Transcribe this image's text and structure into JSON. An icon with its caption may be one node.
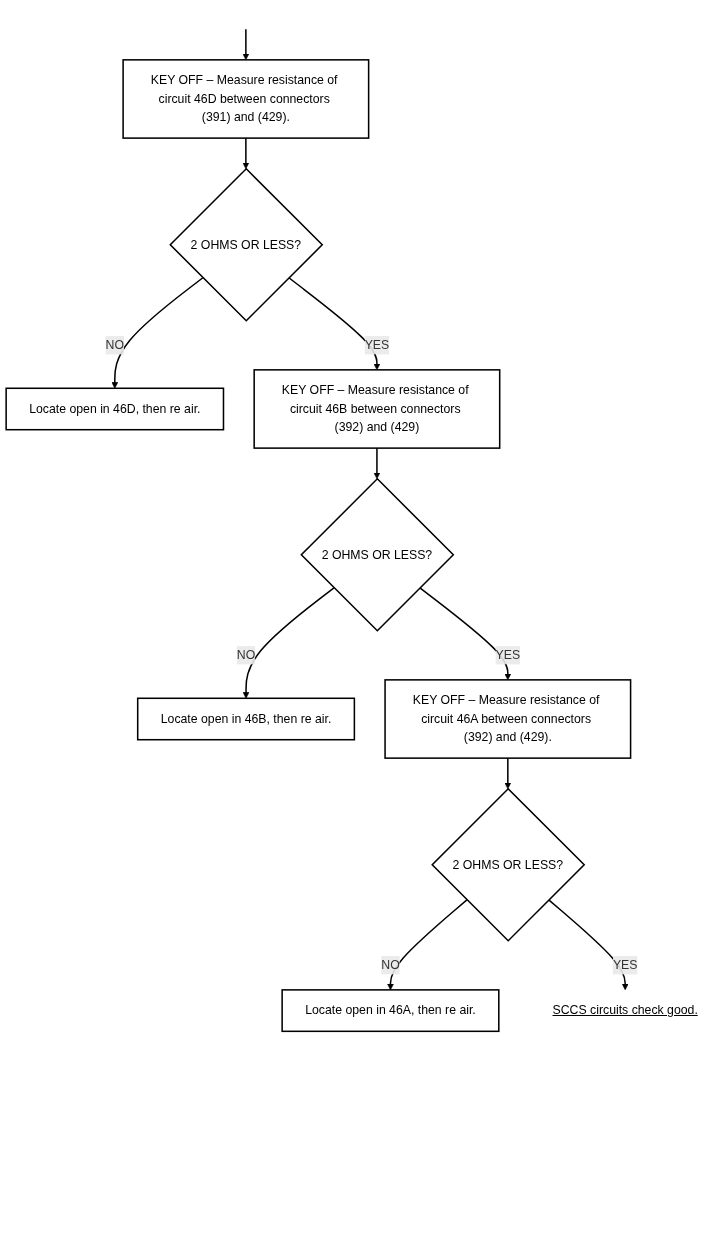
{
  "diagram": {
    "nodes": [
      {
        "text": [
          "KEY OFF – Measure resistance of circuit 46D between connectors (391) and (429)."
        ]
      },
      {
        "text": [
          "2 OHMS OR LESS?"
        ]
      },
      {
        "text": [
          "Locate open in 46D, then re air."
        ]
      },
      {
        "text": [
          "KEY OFF – Measure resistance of circuit 46B between connectors (392) and (429)"
        ]
      },
      {
        "text": [
          "2 OHMS OR LESS?"
        ]
      },
      {
        "text": [
          "Locate open in 46B, then re air."
        ]
      },
      {
        "text": [
          "KEY OFF – Measure resistance of circuit 46A between connectors (392) and (429)."
        ]
      },
      {
        "text": [
          "2 OHMS OR LESS?"
        ]
      },
      {
        "text": [
          "Locate open in 46A, then re air."
        ]
      },
      {
        "text": [
          "SCCS circuits check good."
        ]
      }
    ],
    "edges": [
      {
        "from": null,
        "to": 0,
        "arrow": "to"
      },
      {
        "from": 0,
        "to": 1,
        "arrow": "to"
      },
      {
        "from": 1,
        "to": 2,
        "label": "NO",
        "arrow": "to"
      },
      {
        "from": 1,
        "to": 3,
        "label": "YES",
        "arrow": "to"
      },
      {
        "from": 3,
        "to": 4,
        "arrow": "to"
      },
      {
        "from": 4,
        "to": 5,
        "label": "NO",
        "arrow": "to"
      },
      {
        "from": 4,
        "to": 6,
        "label": "YES",
        "arrow": "to"
      },
      {
        "from": 6,
        "to": 7,
        "arrow": "to"
      },
      {
        "from": 7,
        "to": 8,
        "label": "NO",
        "arrow": "to"
      },
      {
        "from": 7,
        "to": 9,
        "label": "YES",
        "arrow": "to"
      }
    ]
  }
}
